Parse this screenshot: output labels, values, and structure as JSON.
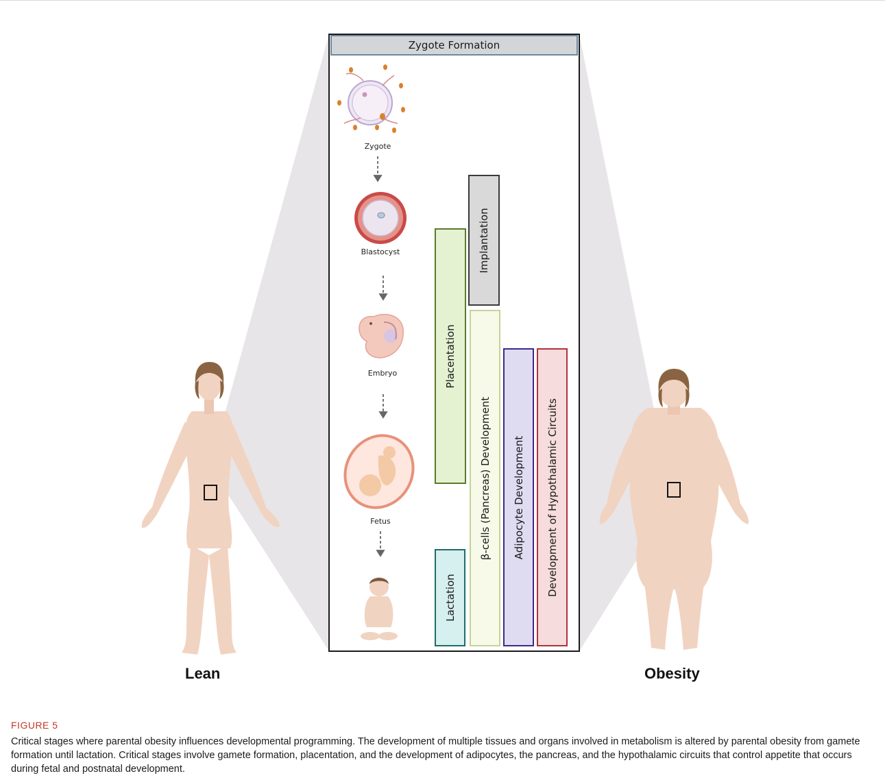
{
  "figure": {
    "header": "Zygote Formation",
    "stages": [
      {
        "label": "Zygote",
        "icon": "zygote-icon"
      },
      {
        "label": "Blastocyst",
        "icon": "blastocyst-icon"
      },
      {
        "label": "Embryo",
        "icon": "embryo-icon"
      },
      {
        "label": "Fetus",
        "icon": "fetus-icon"
      },
      {
        "label": "",
        "icon": "infant-icon"
      }
    ],
    "bars": [
      {
        "label": "Implantation",
        "border": "#3a3a3a",
        "fill": "#d9d9d9"
      },
      {
        "label": "Placentation",
        "border": "#5a7a2a",
        "fill": "#e4f2d2"
      },
      {
        "label": "β-cells (Pancreas) Development",
        "border": "#c5d39a",
        "fill": "#f7fae8"
      },
      {
        "label": "Lactation",
        "border": "#1f6b6b",
        "fill": "#d6efef"
      },
      {
        "label": "Adipocyte Development",
        "border": "#3b2a8a",
        "fill": "#dfdcf2"
      },
      {
        "label": "Development of Hypothalamic Circuits",
        "border": "#b0323a",
        "fill": "#f6dcdc"
      }
    ],
    "people": {
      "left_label": "Lean",
      "right_label": "Obesity"
    }
  },
  "caption": {
    "figure_label": "FIGURE 5",
    "text": "Critical stages where parental obesity influences developmental programming. The development of multiple tissues and organs involved in metabolism is altered by parental obesity from gamete formation until lactation. Critical stages involve gamete formation, placentation, and the development of adipocytes, the pancreas, and the hypothalamic circuits that control appetite that occurs during fetal and postnatal development."
  },
  "colors": {
    "skin": "#f1d3c1",
    "hair": "#8a6442",
    "zoom_wedge": "#c9c6cd",
    "fig_label": "#c0392b"
  }
}
